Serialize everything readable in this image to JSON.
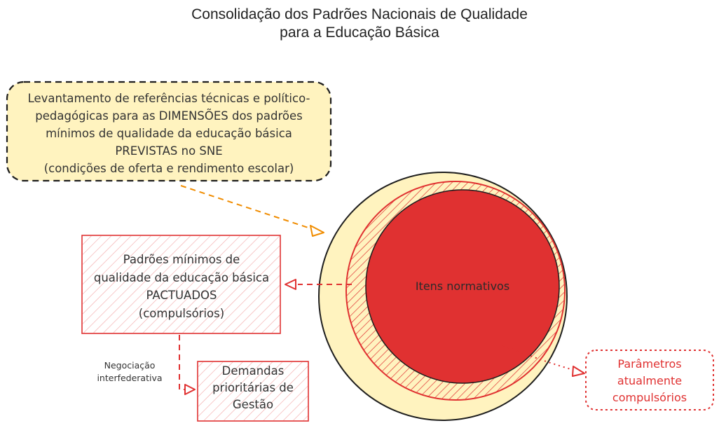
{
  "title": {
    "line1": "Consolidação dos Padrões Nacionais de Qualidade",
    "line2": "para a Educação Básica"
  },
  "boxes": {
    "levantamento": {
      "lines": [
        "Levantamento de referências técnicas e político-",
        "pedagógicas para as DIMENSÕES dos padrões",
        "mínimos de qualidade da educação básica",
        "PREVISTAS no SNE",
        "(condições de oferta e rendimento escolar)"
      ]
    },
    "padroes": {
      "lines": [
        "Padrões mínimos de",
        "qualidade da educação básica",
        "PACTUADOS",
        "(compulsórios)"
      ]
    },
    "demandas": {
      "lines": [
        "Demandas",
        "prioritárias de",
        "Gestão"
      ]
    },
    "parametros": {
      "lines": [
        "Parâmetros",
        "atualmente",
        "compulsórios"
      ]
    }
  },
  "circle": {
    "center_label": "Itens normativos"
  },
  "edge_label": {
    "lines": [
      "Negociação",
      "interfederativa"
    ]
  },
  "colors": {
    "yellow_fill": "#fff3bf",
    "red_fill": "#e03131",
    "red_stroke": "#e03131",
    "orange_arrow": "#f08c00",
    "dark_stroke": "#1e1e1e"
  }
}
